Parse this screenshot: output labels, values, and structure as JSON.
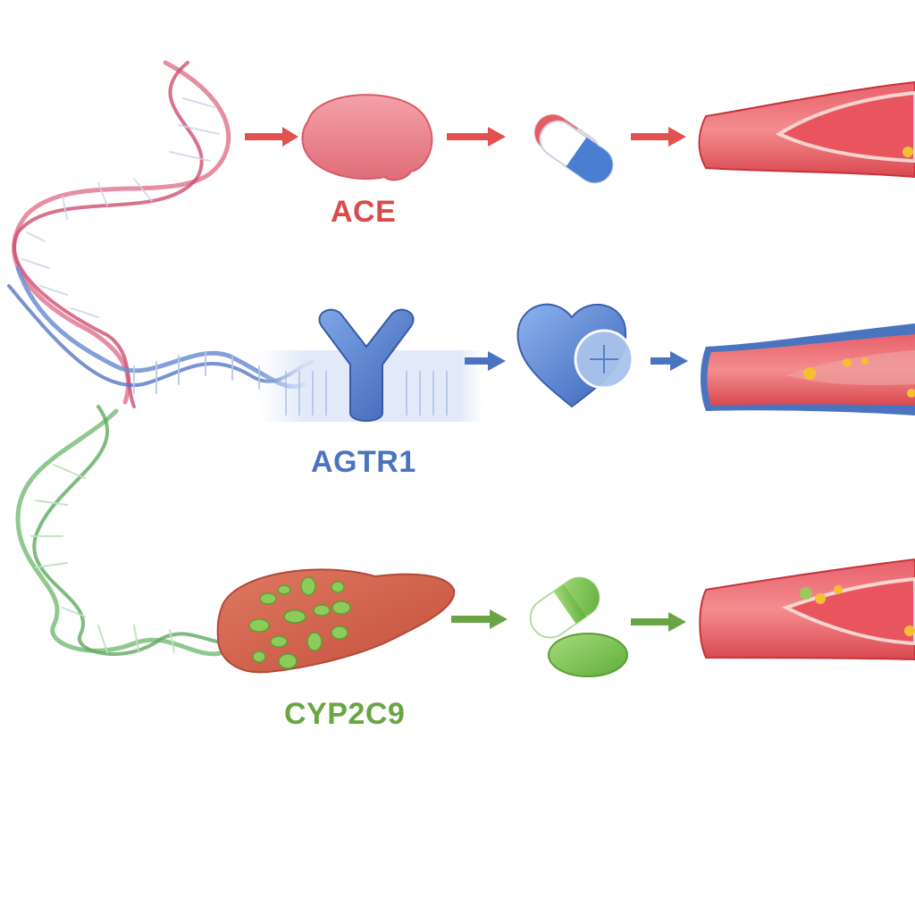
{
  "pathways": [
    {
      "gene": "ACE",
      "color": "#d94a4a",
      "dna_color": "#e0708a",
      "organ": "enzyme-icon",
      "drug": "capsule-icon",
      "vessel": "constricted-vessel-icon"
    },
    {
      "gene": "AGTR1",
      "color": "#4a74bf",
      "dna_color": "#6f8fd3",
      "organ": "receptor-icon",
      "drug": "heart-shield-icon",
      "vessel": "vessel-with-plaque-icon"
    },
    {
      "gene": "CYP2C9",
      "color": "#6aa544",
      "dna_color": "#7cbf7c",
      "organ": "liver-icon",
      "drug": "green-pill-icon",
      "vessel": "vessel-with-deposits-icon"
    }
  ]
}
